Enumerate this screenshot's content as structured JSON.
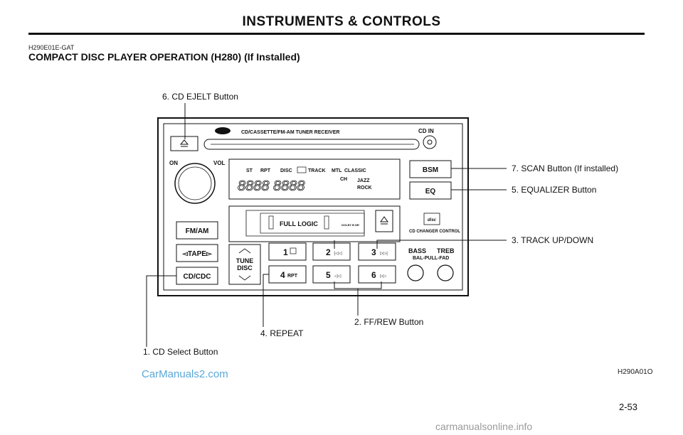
{
  "header": {
    "title": "INSTRUMENTS & CONTROLS"
  },
  "doc": {
    "code": "H290E01E-GAT",
    "section_title": "COMPACT DISC PLAYER OPERATION (H280) (If Installed)",
    "figure_id": "H290A01O",
    "page_number": "2-53",
    "watermark_left": "CarManuals2.com",
    "watermark_right": "carmanualsonline.info"
  },
  "callouts": {
    "c1": "1.  CD Select Button",
    "c2": "2.  FF/REW Button",
    "c3": "3.  TRACK UP/DOWN",
    "c4": "4.  REPEAT",
    "c5": "5.  EQUALIZER Button",
    "c6": "6.  CD EJELT Button",
    "c7": "7.  SCAN Button (If installed)"
  },
  "radio": {
    "receiver_label": "CD/CASSETTE/FM-AM TUNER RECEIVER",
    "cd_in": "CD  IN",
    "on_label": "ON",
    "vol_label": "VOL",
    "display": {
      "st": "ST",
      "rpt": "RPT",
      "disc": "DISC",
      "track": "TRACK",
      "mtl": "MTL",
      "classic": "CLASSIC",
      "ch": "CH",
      "jazz": "JAZZ",
      "rock": "ROCK",
      "digits": "8888  8888"
    },
    "bsm": "BSM",
    "eq": "EQ",
    "full_logic": "FULL LOGIC",
    "dolby": "DOLBY B NR",
    "cd_changer": "CD CHANGER CONTROL",
    "fm_am": "FM/AM",
    "tape": "◅TAPE▻",
    "cd_cdc": "CD/CDC",
    "tune": "TUNE",
    "disc_btn": "DISC",
    "presets": [
      "1",
      "2",
      "3",
      "4",
      "5",
      "6"
    ],
    "rpt_small": "RPT",
    "bass": "BASS",
    "treb": "TREB",
    "bal_pull_fad": "BAL-PULL-FAD"
  }
}
